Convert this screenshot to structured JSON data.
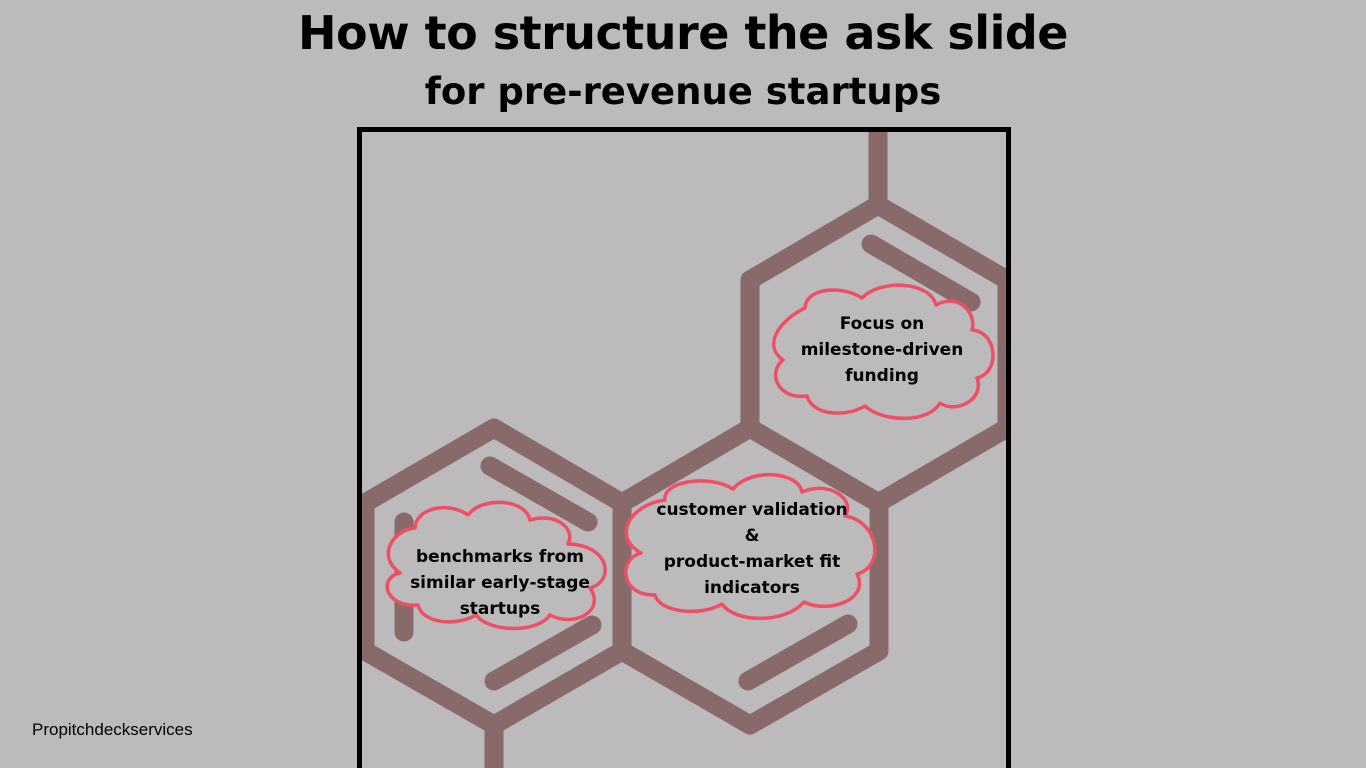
{
  "title": "How to structure the ask slide",
  "subtitle": "for pre-revenue startups",
  "clouds": [
    {
      "text": "Focus on\nmilestone-driven\nfunding"
    },
    {
      "text": "customer validation\n&\nproduct-market fit\nindicators"
    },
    {
      "text": "benchmarks from\nsimilar early-stage\nstartups"
    }
  ],
  "footer": "Propitchdeckservices",
  "colors": {
    "background": "#bcbaba",
    "hexagon_stroke": "#886a6b",
    "cloud_outline": "#ee4f66",
    "frame": "#000000"
  }
}
